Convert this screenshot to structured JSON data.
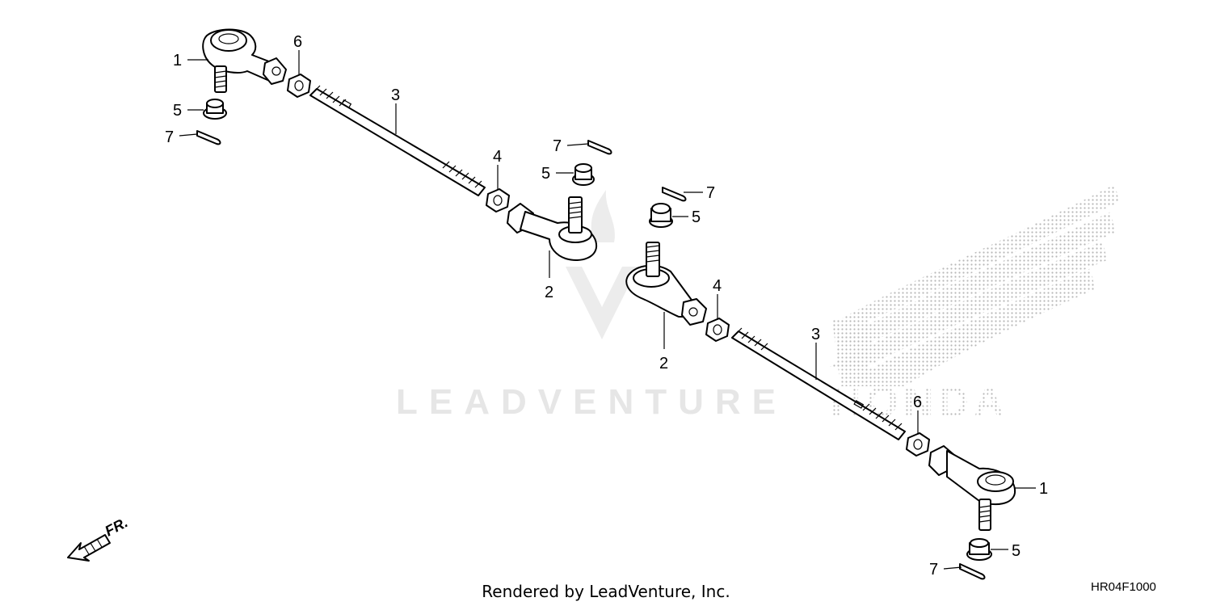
{
  "diagram": {
    "parts": [
      {
        "ref": "1",
        "name": "tie-rod-end-outer"
      },
      {
        "ref": "2",
        "name": "tie-rod-end-inner"
      },
      {
        "ref": "3",
        "name": "tie-rod"
      },
      {
        "ref": "4",
        "name": "lock-nut"
      },
      {
        "ref": "5",
        "name": "castle-nut"
      },
      {
        "ref": "6",
        "name": "lock-nut-outer"
      },
      {
        "ref": "7",
        "name": "cotter-pin"
      }
    ],
    "callouts": [
      {
        "label": "1"
      },
      {
        "label": "6"
      },
      {
        "label": "3"
      },
      {
        "label": "5"
      },
      {
        "label": "7"
      },
      {
        "label": "4"
      },
      {
        "label": "7"
      },
      {
        "label": "5"
      },
      {
        "label": "2"
      },
      {
        "label": "7"
      },
      {
        "label": "5"
      },
      {
        "label": "4"
      },
      {
        "label": "2"
      },
      {
        "label": "3"
      },
      {
        "label": "6"
      },
      {
        "label": "1"
      },
      {
        "label": "5"
      },
      {
        "label": "7"
      }
    ],
    "front_indicator": "FR.",
    "diagram_code": "HR04F1000"
  },
  "watermark": {
    "leadventure_text": "LEADVENTURE",
    "honda_text": "HONDA"
  },
  "footer": {
    "rendered_by": "Rendered by LeadVenture, Inc."
  },
  "colors": {
    "line": "#000000",
    "watermark": "#e6e6e6",
    "honda_dots": "#b8b8b8"
  }
}
